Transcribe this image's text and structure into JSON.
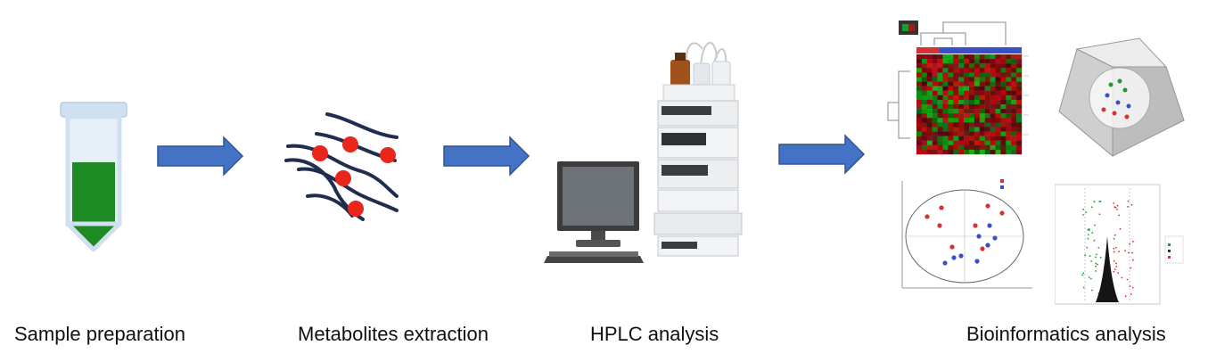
{
  "steps": [
    {
      "id": "sample",
      "label": "Sample preparation",
      "icon": "sample-tube-icon"
    },
    {
      "id": "extraction",
      "label": "Metabolites extraction",
      "icon": "metabolite-strands-icon"
    },
    {
      "id": "hplc",
      "label": "HPLC analysis",
      "icon": "hplc-instrument-icon"
    },
    {
      "id": "bioinfo",
      "label": "Bioinformatics analysis",
      "icon": "analysis-plots-icon"
    }
  ],
  "colors": {
    "arrow": "#4472c4",
    "tube_liquid": "#1e8a23",
    "tube_frame": "#cfe0f0",
    "strand": "#1f2d4f",
    "dot": "#e8261b",
    "heat_red": "#b01515",
    "heat_green": "#1f9a32",
    "group_red": "#d93030",
    "group_blue": "#3a4fc8"
  }
}
